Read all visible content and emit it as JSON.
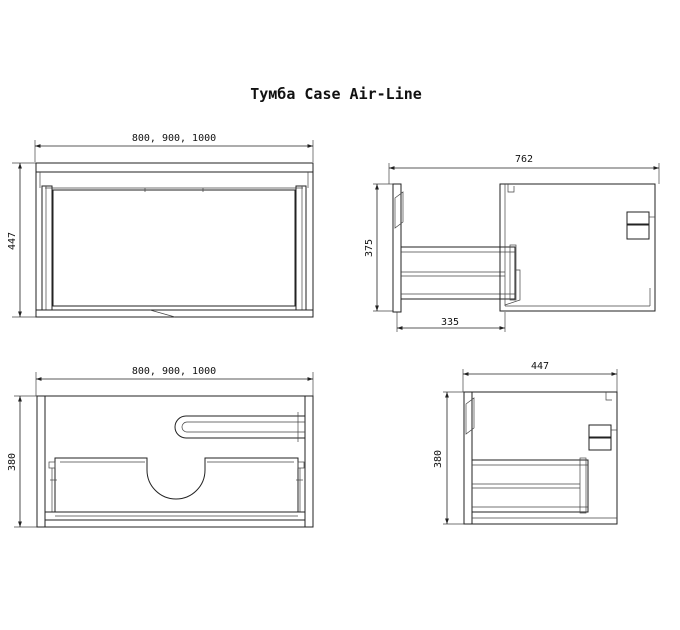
{
  "title": "Тумба Case Air-Line",
  "views": {
    "front_top": {
      "width_label": "800, 900, 1000",
      "height_label": "447"
    },
    "side_top": {
      "depth_label": "762",
      "height_label": "375",
      "drawer_label": "335"
    },
    "front_bottom": {
      "width_label": "800, 900, 1000",
      "height_label": "380"
    },
    "side_bottom": {
      "depth_label": "447",
      "height_label": "380"
    }
  }
}
